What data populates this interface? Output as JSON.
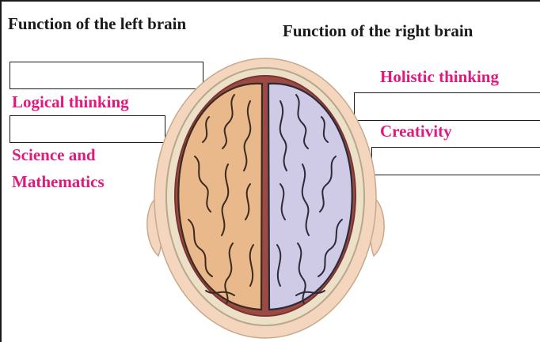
{
  "headings": {
    "left": "Function of the left brain",
    "right": "Function of the right brain"
  },
  "labels": {
    "logical": "Logical thinking",
    "science_line1": "Science and",
    "science_line2": "Mathematics",
    "holistic": "Holistic thinking",
    "creativity": "Creativity"
  },
  "answer_boxes": {
    "left_top": "",
    "left_second": "",
    "right_top": "",
    "right_second": ""
  },
  "colors": {
    "label_color": "#e0197d",
    "left_hemisphere": "#e9b98b",
    "right_hemisphere": "#cfcbe6",
    "skin": "#f3d6bd",
    "skull": "#ece1c8"
  }
}
